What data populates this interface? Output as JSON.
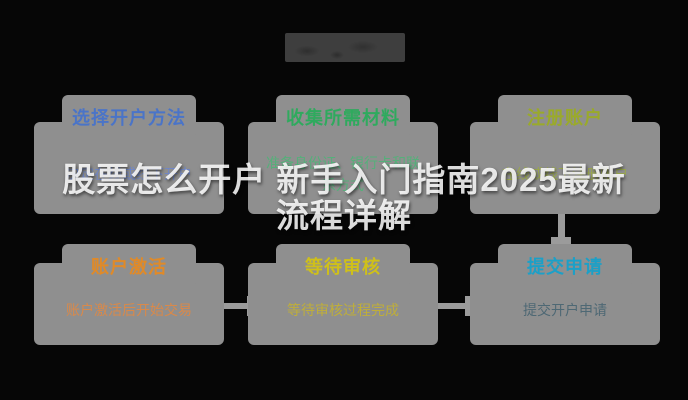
{
  "page": {
    "background_color": "#060606"
  },
  "watermark": {
    "color": "#3e3e3e"
  },
  "title_overlay": {
    "line1": "股票怎么开户 新手入门指南2025最新",
    "line2": "流程详解",
    "color": "#ffffff"
  },
  "flowchart": {
    "connector_color": "#9b9b9b",
    "nodes": [
      {
        "id": "choose-method",
        "title": "选择开户方法",
        "description": "决定在线或线下开户",
        "accent": "#5b82cc",
        "body_bg": "#dde7f6",
        "title_color": "#4a74c8",
        "text_color": "#7187c5"
      },
      {
        "id": "collect-materials",
        "title": "收集所需材料",
        "description": "准备身份证、银行卡和联系方式",
        "accent": "#55bb7d",
        "body_bg": "#e7f8ee",
        "title_color": "#2faa5e",
        "text_color": "#55b07a"
      },
      {
        "id": "register-account",
        "title": "注册账户",
        "description": "在线或线下注册账户",
        "accent": "#aebf45",
        "body_bg": "#eef2d9",
        "title_color": "#9aaa2a",
        "text_color": "#9aa84e"
      },
      {
        "id": "activate-account",
        "title": "账户激活",
        "description": "账户激活后开始交易",
        "accent": "#d9903f",
        "body_bg": "#fdf1e4",
        "title_color": "#e08a28",
        "text_color": "#d9894a"
      },
      {
        "id": "wait-review",
        "title": "等待审核",
        "description": "等待审核过程完成",
        "accent": "#e2d42e",
        "body_bg": "#fdfbda",
        "title_color": "#cfc01a",
        "text_color": "#bfae3a"
      },
      {
        "id": "submit-application",
        "title": "提交申请",
        "description": "提交开户申请",
        "accent": "#3db2d8",
        "body_bg": "#dff4fa",
        "title_color": "#1ba0c8",
        "text_color": "#4e6874"
      }
    ]
  }
}
